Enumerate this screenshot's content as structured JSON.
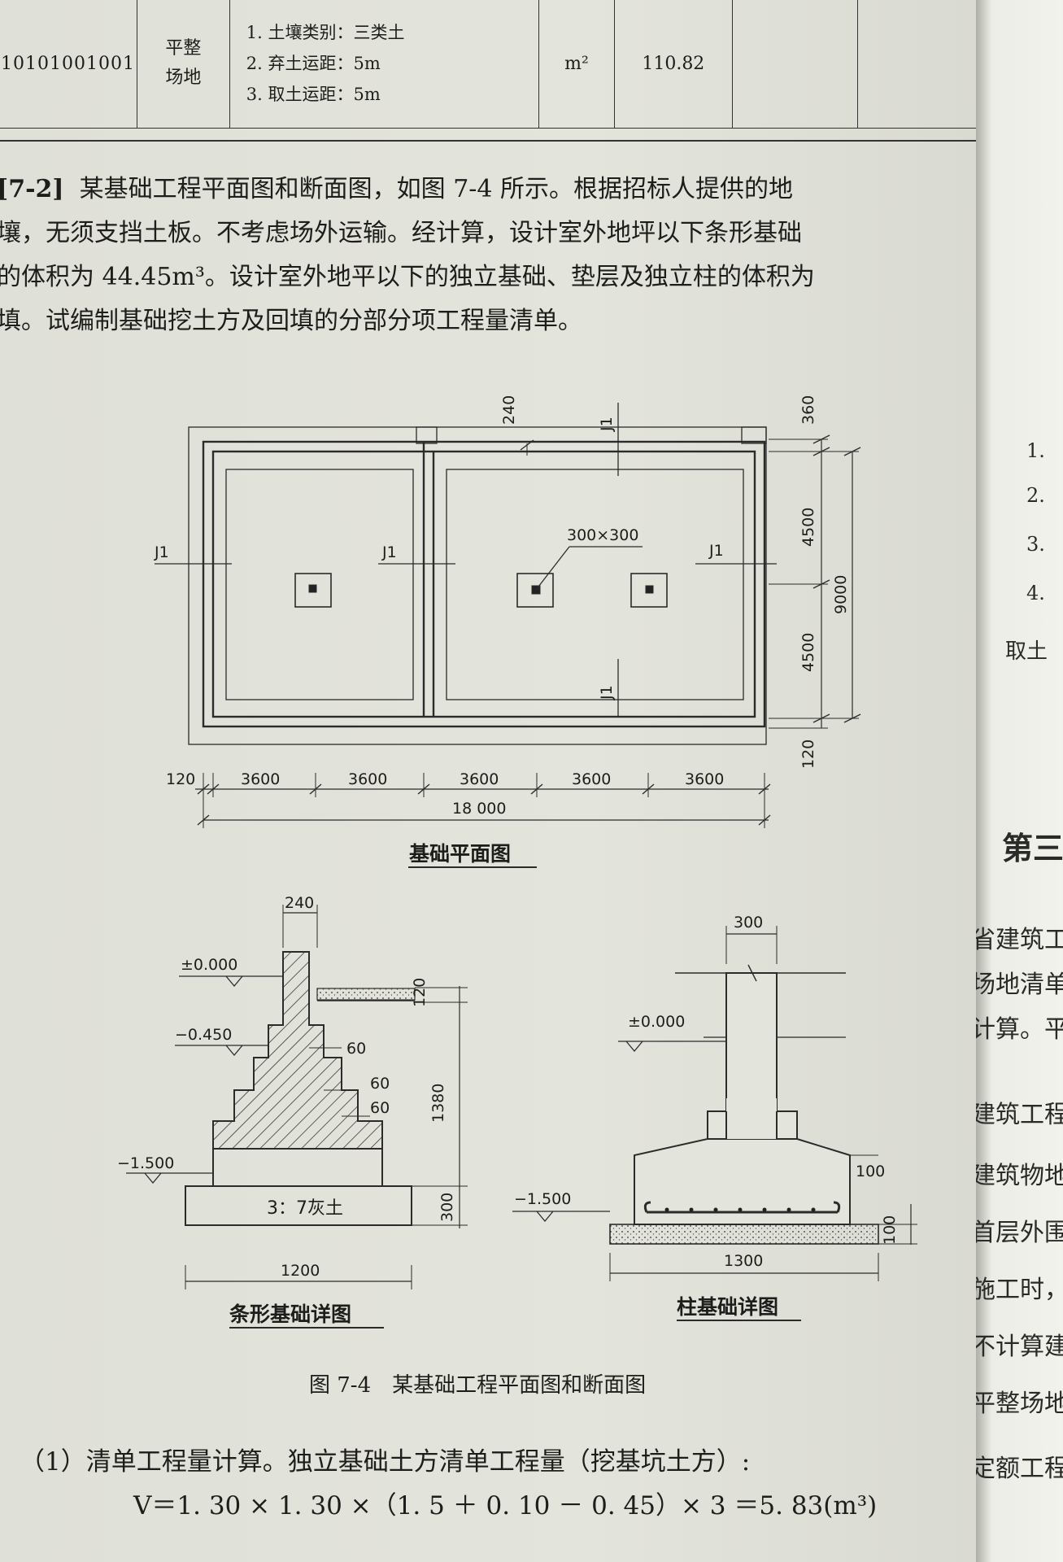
{
  "table": {
    "code": "10101001001",
    "name_1": "平整",
    "name_2": "场地",
    "features": [
      "1. 土壤类别：三类土",
      "2. 弃土运距：5m",
      "3. 取土运距：5m"
    ],
    "unit": "m²",
    "quantity": "110.82"
  },
  "paragraph": {
    "label": "[7-2]",
    "line1": "某基础工程平面图和断面图，如图 7-4 所示。根据招标人提供的地",
    "line2": "壤，无须支挡土板。不考虑场外运输。经计算，设计室外地坪以下条形基础",
    "line3": "的体积为 44.45m³。设计室外地平以下的独立基础、垫层及独立柱的体积为",
    "line4": "填。试编制基础挖土方及回填的分部分项工程量清单。"
  },
  "plan": {
    "title": "基础平面图",
    "j1": "J1",
    "col_size": "300×300",
    "dim_240": "240",
    "dim_360": "360",
    "dim_4500a": "4500",
    "dim_4500b": "4500",
    "dim_9000": "9000",
    "dim_120r": "120",
    "dim_120l": "120",
    "spans": [
      "3600",
      "3600",
      "3600",
      "3600",
      "3600"
    ],
    "total": "18 000"
  },
  "strip": {
    "title": "条形基础详图",
    "dim_240": "240",
    "lvl_0": "±0.000",
    "lvl_045": "−0.450",
    "lvl_15": "−1.500",
    "dim_120": "120",
    "dim_1380": "1380",
    "dim_300": "300",
    "dim_60a": "60",
    "dim_60b": "60",
    "dim_60c": "60",
    "mix": "3：7灰土",
    "width": "1200"
  },
  "column": {
    "title": "柱基础详图",
    "dim_300": "300",
    "lvl_0": "±0.000",
    "lvl_15": "−1.500",
    "dim_100a": "100",
    "dim_100b": "100",
    "width": "1300"
  },
  "figure_caption": "图 7-4　某基础工程平面图和断面图",
  "calc": {
    "line1": "（1）清单工程量计算。独立基础土方清单工程量（挖基坑土方）:",
    "line2": "V＝1. 30 × 1. 30 ×（1. 5 ＋ 0. 10 － 0. 45）× 3 ＝5. 83(m³)"
  },
  "right_page": {
    "chapter": "第三",
    "side_nums": [
      "1.",
      "2.",
      "3.",
      "4."
    ],
    "side_word": "取土",
    "col_text": [
      "省建筑工程",
      "场地清单项目",
      "计算。平整",
      "建筑工程消",
      "建筑物地下",
      "首层外围，",
      "施工时，",
      "不计算建",
      "平整场地。",
      "定额工程"
    ]
  }
}
